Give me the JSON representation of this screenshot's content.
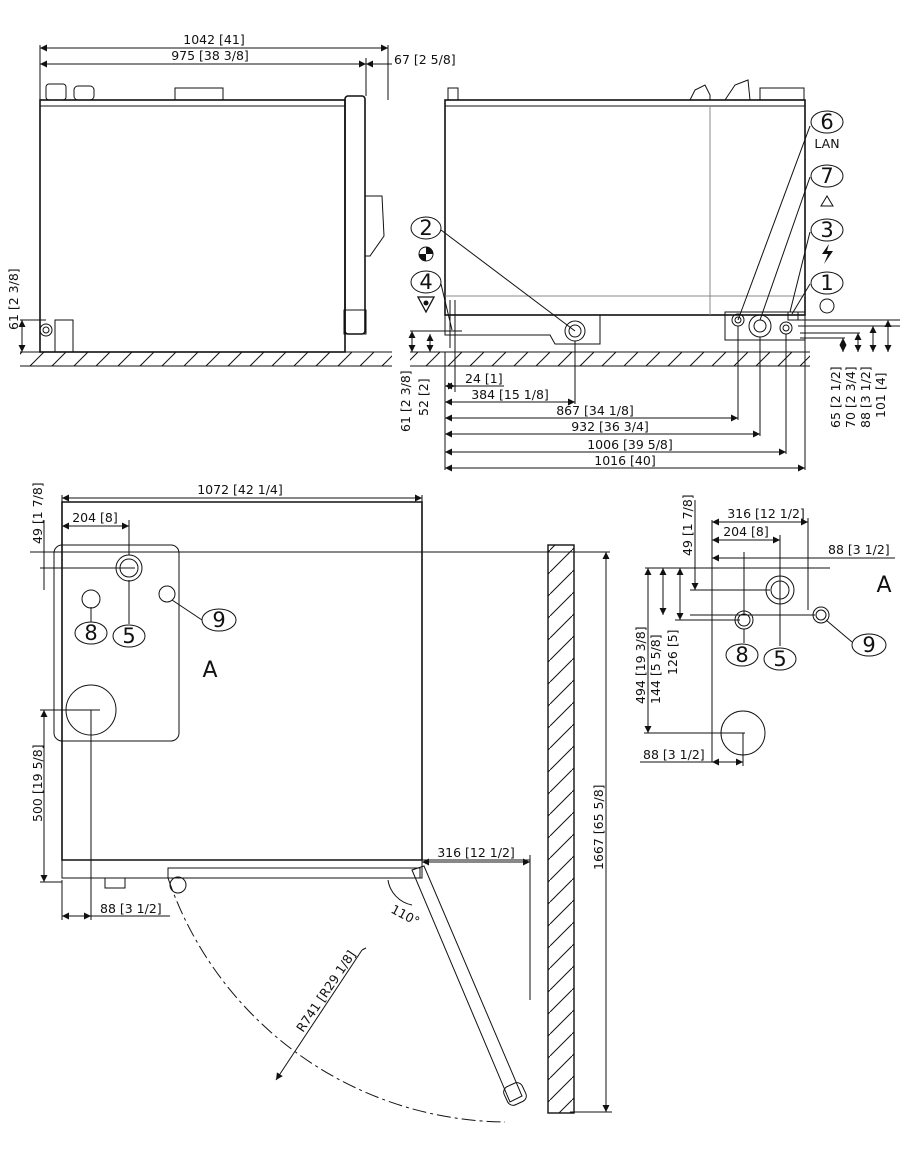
{
  "colors": {
    "line": "#111111",
    "background": "#ffffff",
    "shade": "#888888"
  },
  "dimensions": {
    "side_width": "1042 [41]",
    "side_inner_width": "975 [38 3/8]",
    "door_depth": "67 [2 5/8]",
    "side_foot_height": "61 [2 3/8]",
    "rear_foot_height": "61 [2 3/8]",
    "rear_foot_offset": "52 [2]",
    "drain_x1": "24 [1]",
    "drain_x2": "384 [15 1/8]",
    "conn_8": "867 [34 1/8]",
    "conn_5": "932 [36 3/4]",
    "conn_9": "1006 [39 5/8]",
    "rear_total": "1016 [40]",
    "h_65": "65 [2 1/2]",
    "h_70": "70 [2 3/4]",
    "h_88": "88 [3 1/2]",
    "h_101": "101 [4]",
    "top_width": "1072 [42 1/4]",
    "top_49": "49 [1 7/8]",
    "top_204": "204 [8]",
    "top_500": "500 [19 5/8]",
    "top_88": "88 [3 1/2]",
    "top_316": "316 [12 1/2]",
    "top_1667": "1667 [65 5/8]",
    "door_radius": "R741 [R29 1/8]",
    "door_angle": "110°",
    "a_316": "316 [12 1/2]",
    "a_204": "204 [8]",
    "a_88_top": "88 [3 1/2]",
    "a_49": "49 [1 7/8]",
    "a_494": "494 [19 3/8]",
    "a_144": "144 [5 5/8]",
    "a_126": "126 [5]",
    "a_88_bottom": "88 [3 1/2]"
  },
  "callouts": {
    "c1": "1",
    "c2": "2",
    "c3": "3",
    "c4": "4",
    "c5": "5",
    "c6": "6",
    "c7": "7",
    "c8": "8",
    "c9": "9",
    "lan": "LAN",
    "detail_ref": "A",
    "detail_title": "A"
  },
  "icons": {
    "c2": "water-inlet-icon",
    "c4": "drain-icon",
    "c7": "equipotential-icon",
    "c3": "electrical-icon",
    "c1": "circle-icon"
  }
}
